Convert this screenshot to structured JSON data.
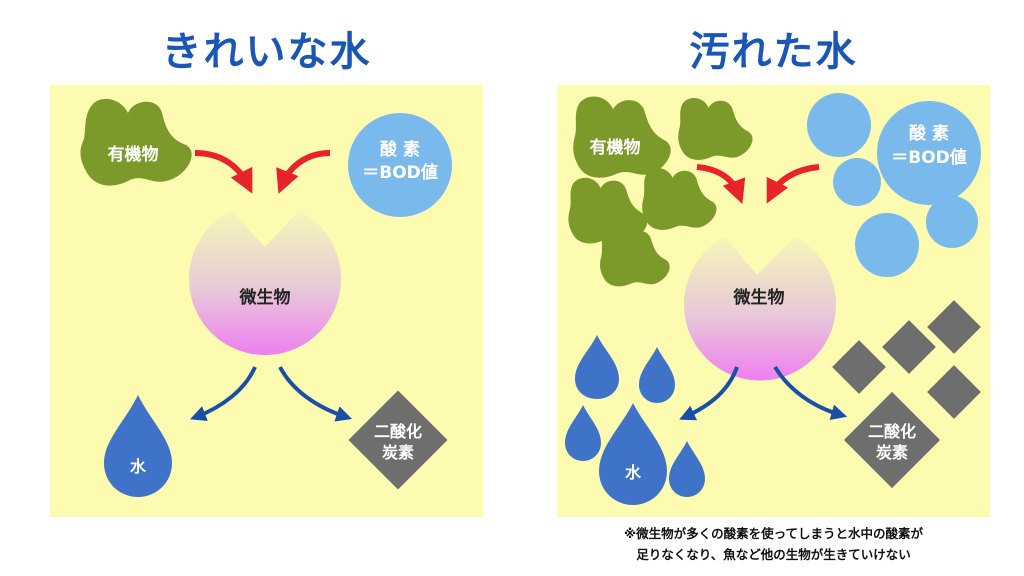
{
  "clean": {
    "title": "きれいな水",
    "organic_label": "有機物",
    "oxygen_label_line1": "酸 素",
    "oxygen_label_line2": "＝BOD値",
    "microbe_label": "微生物",
    "water_label": "水",
    "co2_label_line1": "二酸化",
    "co2_label_line2": "炭素"
  },
  "dirty": {
    "title": "汚れた水",
    "organic_label": "有機物",
    "oxygen_label_line1": "酸 素",
    "oxygen_label_line2": "＝BOD値",
    "microbe_label": "微生物",
    "water_label": "水",
    "co2_label_line1": "二酸化",
    "co2_label_line2": "炭素"
  },
  "footnote": {
    "line1": "※微生物が多くの酸素を使ってしまうと水中の酸素が",
    "line2": "足りなくなり、魚など他の生物が生きていけない"
  },
  "colors": {
    "title": "#1a55b8",
    "panel": "#fdfbb0",
    "organic": "#7c9a2a",
    "oxygen": "#79b9ec",
    "microbe_top": "#f4f7b8",
    "microbe_bottom": "#ee7ff0",
    "water": "#3f73c7",
    "co2": "#6e6e6e",
    "red_arrow": "#e8232a",
    "blue_arrow": "#1a4fa8"
  }
}
